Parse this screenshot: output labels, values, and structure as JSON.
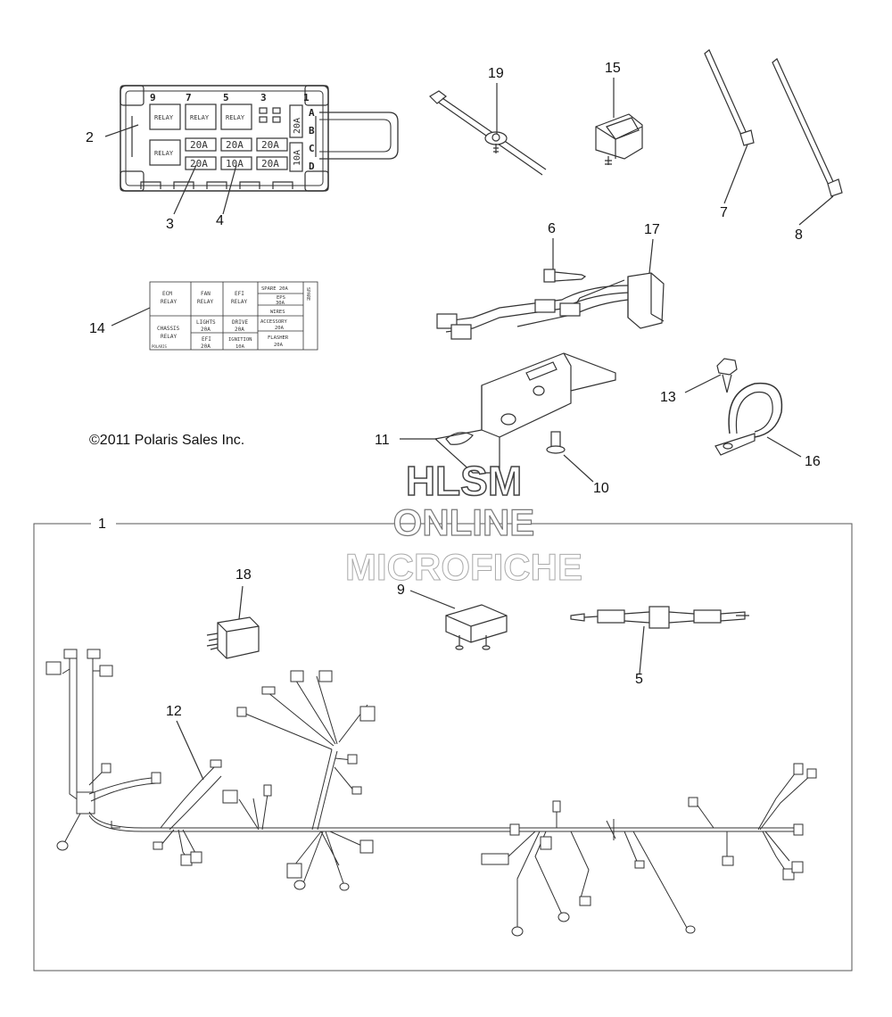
{
  "copyright": "©2011 Polaris Sales Inc.",
  "watermark": {
    "line1": "HLSM",
    "line2": "ONLINE",
    "line3": "MICROFICHE"
  },
  "callouts": [
    {
      "id": "1",
      "label": "1"
    },
    {
      "id": "2",
      "label": "2"
    },
    {
      "id": "3",
      "label": "3"
    },
    {
      "id": "4",
      "label": "4"
    },
    {
      "id": "5",
      "label": "5"
    },
    {
      "id": "6",
      "label": "6"
    },
    {
      "id": "7",
      "label": "7"
    },
    {
      "id": "8",
      "label": "8"
    },
    {
      "id": "9",
      "label": "9"
    },
    {
      "id": "10",
      "label": "10"
    },
    {
      "id": "11",
      "label": "11"
    },
    {
      "id": "12",
      "label": "12"
    },
    {
      "id": "13",
      "label": "13"
    },
    {
      "id": "14",
      "label": "14"
    },
    {
      "id": "15",
      "label": "15"
    },
    {
      "id": "16",
      "label": "16"
    },
    {
      "id": "17",
      "label": "17"
    },
    {
      "id": "18",
      "label": "18"
    },
    {
      "id": "19",
      "label": "19"
    }
  ],
  "fuse_box": {
    "top_numbers": [
      "9",
      "7",
      "5",
      "3",
      "1"
    ],
    "row_letters": [
      "A",
      "B",
      "C",
      "D"
    ],
    "relay_label": "RELAY",
    "fuses_row1": [
      "20A",
      "20A",
      "20A"
    ],
    "fuses_row2": [
      "20A",
      "10A",
      "20A"
    ],
    "side_fuse_a": "20A",
    "side_fuse_c": "10A"
  },
  "label_decal": {
    "cells": {
      "ecm": [
        "ECM",
        "RELAY"
      ],
      "fan": [
        "FAN",
        "RELAY"
      ],
      "efi_relay": [
        "EFI",
        "RELAY"
      ],
      "spare": [
        "SPARE 20A"
      ],
      "eps": [
        "EPS",
        "30A"
      ],
      "wires": [
        "WIRES"
      ],
      "chassis": [
        "CHASSIS",
        "RELAY"
      ],
      "lights": [
        "LIGHTS",
        "20A"
      ],
      "drive": [
        "DRIVE",
        "20A"
      ],
      "accessory": [
        "ACCESSORY",
        "20A"
      ],
      "efi_fuse": [
        "EFI",
        "20A"
      ],
      "ignition": [
        "IGNITION",
        "10A"
      ],
      "flasher": [
        "FLASHER",
        "20A"
      ]
    },
    "side_text": "SPARE",
    "brand": "POLARIS"
  }
}
